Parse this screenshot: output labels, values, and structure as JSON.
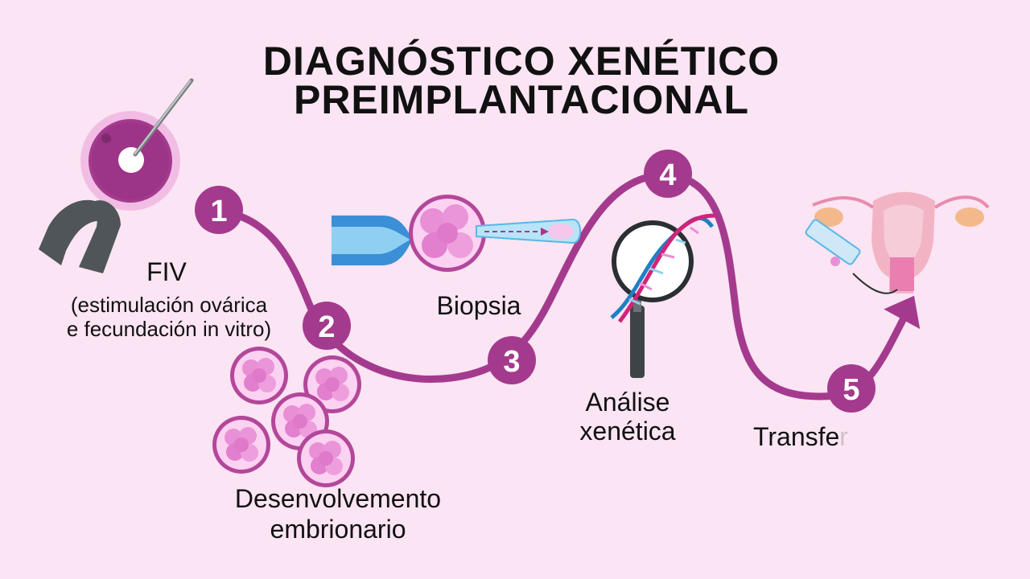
{
  "title": {
    "line1": "DIAGNÓSTICO XENÉTICO",
    "line2": "PREIMPLANTACIONAL"
  },
  "steps": [
    {
      "number": "1",
      "label": "FIV",
      "sublabel_line1": "(estimulación ovárica",
      "sublabel_line2": "e fecundación in vitro)"
    },
    {
      "number": "2",
      "label_line1": "Desenvolvemento",
      "label_line2": "embrionario"
    },
    {
      "number": "3",
      "label": "Biopsia"
    },
    {
      "number": "4",
      "label_line1": "Análise",
      "label_line2": "xenética"
    },
    {
      "number": "5",
      "label_visible": "Transfe",
      "label_faded": "r"
    }
  ],
  "colors": {
    "background": "#fbe4f3",
    "path": "#a43a8e",
    "badge": "#a43a8e",
    "embryo": "#e98fd6",
    "embryo_ring": "#b3479a",
    "dna_blue": "#1f7fc4",
    "dna_pink": "#d2237a",
    "pipette_blue": "#58b7e8",
    "uterus": "#f2b4c5"
  }
}
